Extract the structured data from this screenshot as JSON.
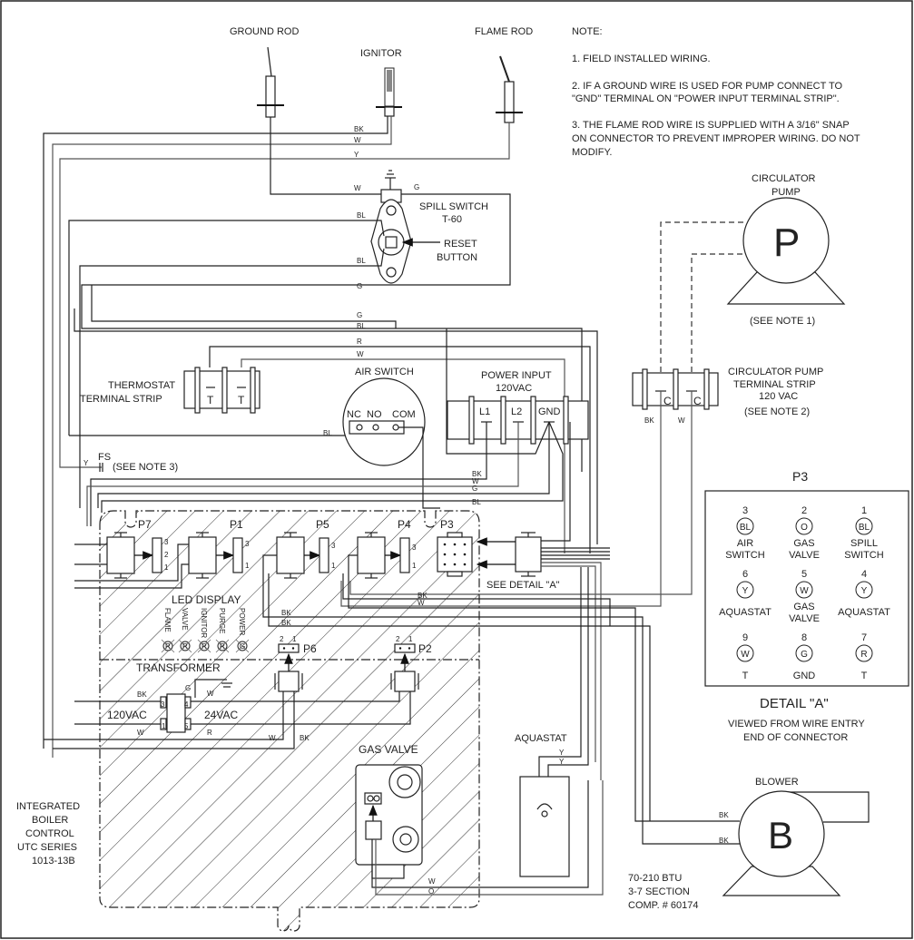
{
  "notes": {
    "heading": "NOTE:",
    "items": [
      "1. FIELD INSTALLED WIRING.",
      "2. IF A GROUND WIRE IS USED FOR PUMP CONNECT TO",
      "\"GND\" TERMINAL ON \"POWER INPUT TERMINAL STRIP\".",
      "3. THE FLAME ROD WIRE IS SUPPLIED WITH A 3/16\" SNAP",
      "ON CONNECTOR TO PREVENT IMPROPER WIRING. DO NOT",
      "MODIFY."
    ]
  },
  "components": {
    "ground_rod": "GROUND ROD",
    "ignitor": "IGNITOR",
    "flame_rod": "FLAME ROD",
    "spill_switch": [
      "SPILL SWITCH",
      "T-60"
    ],
    "reset_button": [
      "RESET",
      "BUTTON"
    ],
    "circulator_pump": [
      "CIRCULATOR",
      "PUMP"
    ],
    "pump_symbol": "P",
    "see_note_1": "(SEE NOTE 1)",
    "circ_strip": [
      "CIRCULATOR PUMP",
      "TERMINAL STRIP",
      "120 VAC"
    ],
    "see_note_2": "(SEE NOTE 2)",
    "thermostat_strip": [
      "THERMOSTAT",
      "TERMINAL STRIP"
    ],
    "air_switch": "AIR SWITCH",
    "air_switch_terms": [
      "NC",
      "NO",
      "COM"
    ],
    "power_input": [
      "POWER INPUT",
      "120VAC"
    ],
    "power_terms": [
      "L1",
      "L2",
      "GND"
    ],
    "fs": "FS",
    "see_note_3": "(SEE NOTE 3)",
    "terminal_T": "T",
    "terminal_C": "C",
    "led_display": "LED DISPLAY",
    "leds": [
      {
        "label": "FLAME",
        "color": "R"
      },
      {
        "label": "VALVE",
        "color": "R"
      },
      {
        "label": "IGNITOR",
        "color": "R"
      },
      {
        "label": "PURGE",
        "color": "R"
      },
      {
        "label": "POWER",
        "color": "G"
      }
    ],
    "transformer": "TRANSFORMER",
    "transformer_primary": "120VAC",
    "transformer_secondary": "24VAC",
    "transformer_pins": [
      "3",
      "1",
      "4",
      "5"
    ],
    "gas_valve": "GAS VALVE",
    "aquastat": "AQUASTAT",
    "blower": "BLOWER",
    "blower_symbol": "B",
    "see_detail_a": "SEE DETAIL \"A\"",
    "control_label": [
      "INTEGRATED",
      "BOILER",
      "CONTROL",
      "UTC SERIES",
      "1013-13B"
    ],
    "model_info": [
      "70-210 BTU",
      "3-7 SECTION",
      "COMP. # 60174"
    ]
  },
  "connectors": {
    "P7": {
      "name": "P7",
      "pins": [
        "3",
        "2",
        "1"
      ]
    },
    "P1": {
      "name": "P1",
      "pins": [
        "3",
        "1"
      ]
    },
    "P5": {
      "name": "P5",
      "pins": [
        "3",
        "1"
      ]
    },
    "P4": {
      "name": "P4",
      "pins": [
        "3",
        "1"
      ]
    },
    "P3": {
      "name": "P3"
    },
    "P6": {
      "name": "P6",
      "pins": [
        "2",
        "1"
      ]
    },
    "P2": {
      "name": "P2",
      "pins": [
        "2",
        "1"
      ]
    }
  },
  "wire_labels": {
    "BK": "BK",
    "W": "W",
    "Y": "Y",
    "G": "G",
    "BL": "BL",
    "R": "R",
    "O": "O"
  },
  "detail_a": {
    "title": "P3",
    "heading": "DETAIL \"A\"",
    "caption": [
      "VIEWED FROM WIRE ENTRY",
      "END OF CONNECTOR"
    ],
    "pins": [
      {
        "num": "3",
        "color": "BL",
        "label": [
          "AIR",
          "SWITCH"
        ]
      },
      {
        "num": "2",
        "color": "O",
        "label": [
          "GAS",
          "VALVE"
        ]
      },
      {
        "num": "1",
        "color": "BL",
        "label": [
          "SPILL",
          "SWITCH"
        ]
      },
      {
        "num": "6",
        "color": "Y",
        "label": [
          "AQUASTAT"
        ]
      },
      {
        "num": "5",
        "color": "W",
        "label": [
          "GAS",
          "VALVE"
        ]
      },
      {
        "num": "4",
        "color": "Y",
        "label": [
          "AQUASTAT"
        ]
      },
      {
        "num": "9",
        "color": "W",
        "label": [
          "T"
        ]
      },
      {
        "num": "8",
        "color": "G",
        "label": [
          "GND"
        ]
      },
      {
        "num": "7",
        "color": "R",
        "label": [
          "T"
        ]
      }
    ]
  }
}
